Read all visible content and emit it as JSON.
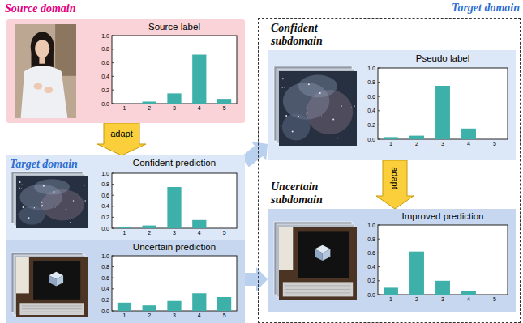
{
  "diagram": {
    "nodes": [
      {
        "text": [
          "Source domain",
          "Source label"
        ]
      },
      {
        "text": [
          "Target domain",
          "Confident prediction"
        ]
      },
      {
        "text": [
          "Uncertain prediction"
        ]
      },
      {
        "text": [
          "Target domain"
        ]
      },
      {
        "text": [
          "Confident subdomain",
          "Pseudo label"
        ],
        "in": 3
      },
      {
        "text": [
          "Uncertain subdomain",
          "Improved prediction"
        ],
        "in": 3
      }
    ],
    "edges": [
      {
        "from": 0,
        "to": 1,
        "label": "adapt",
        "arrow": "to"
      },
      {
        "from": 1,
        "to": 4,
        "arrow": "to"
      },
      {
        "from": 2,
        "to": 5,
        "arrow": "to"
      },
      {
        "from": 4,
        "to": 5,
        "label": "adapt",
        "arrow": "to"
      }
    ],
    "labels": [
      "1.0",
      "0.8",
      "0.6",
      "0.4",
      "0.2",
      "0.0",
      "1",
      "2",
      "3",
      "4",
      "5",
      "1.0",
      "0.8",
      "0.6",
      "0.4",
      "0.2",
      "0.0",
      "1",
      "2",
      "3",
      "4",
      "5",
      "1.0",
      "0.8",
      "0.6",
      "0.4",
      "0.2",
      "0.0",
      "1",
      "2",
      "3",
      "4",
      "5",
      "1.0",
      "0.8",
      "0.6",
      "0.4",
      "0.2",
      "0.0",
      "1",
      "2",
      "3",
      "4",
      "5",
      "1.0",
      "0.8",
      "0.6",
      "0.4",
      "0.2",
      "0.0",
      "1",
      "2",
      "3",
      "4",
      "5"
    ]
  }
}
